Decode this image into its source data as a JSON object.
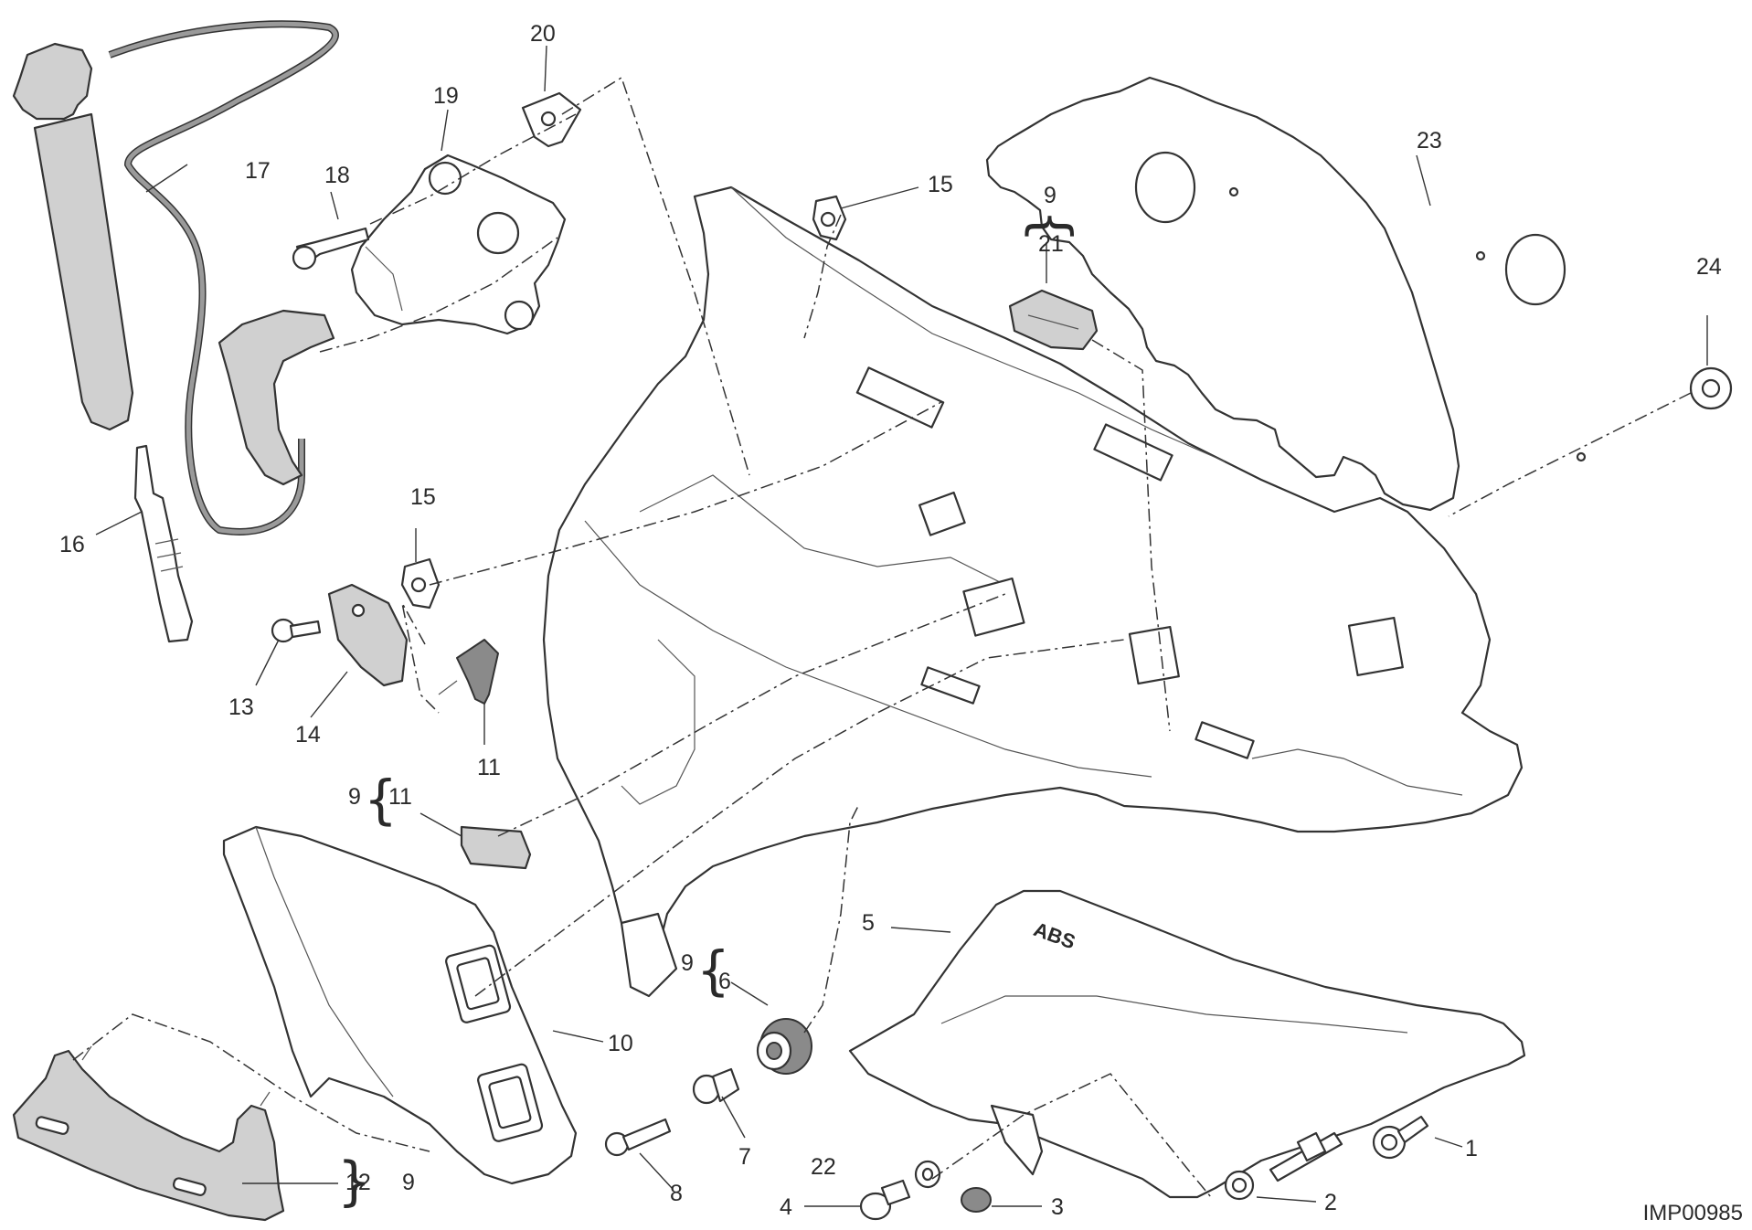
{
  "drawing_code": "IMP00985",
  "abs_marking": "ABS",
  "brace_symbol": "{",
  "callouts": {
    "c1": "1",
    "c2": "2",
    "c3": "3",
    "c4": "4",
    "c5": "5",
    "c6": "6",
    "c7": "7",
    "c8": "8",
    "c9a": "9",
    "c9b": "9",
    "c9c": "9",
    "c9d": "9",
    "c10": "10",
    "c11a": "11",
    "c11b": "11",
    "c12": "12",
    "c13": "13",
    "c14": "14",
    "c15a": "15",
    "c15b": "15",
    "c16": "16",
    "c17": "17",
    "c18": "18",
    "c19": "19",
    "c20": "20",
    "c21": "21",
    "c22": "22",
    "c23": "23",
    "c24": "24"
  }
}
